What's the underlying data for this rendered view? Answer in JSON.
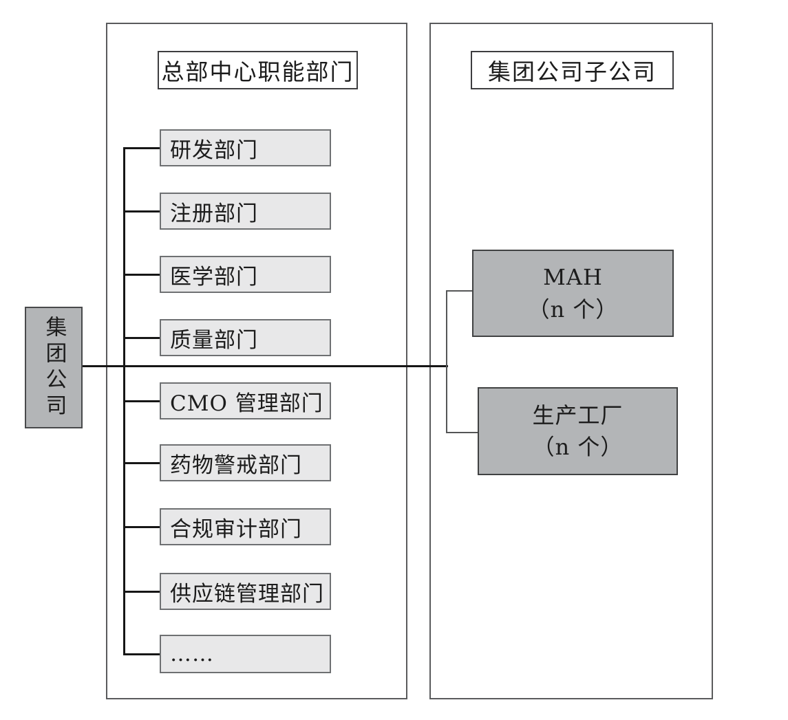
{
  "root": {
    "label": "集团公司"
  },
  "left_panel": {
    "title": "总部中心职能部门",
    "departments": [
      "研发部门",
      "注册部门",
      "医学部门",
      "质量部门",
      "CMO 管理部门",
      "药物警戒部门",
      "合规审计部门",
      "供应链管理部门",
      "……"
    ]
  },
  "right_panel": {
    "title": "集团公司子公司",
    "subsidiaries": [
      {
        "name": "MAH",
        "count": "（n 个）"
      },
      {
        "name": "生产工厂",
        "count": "（n 个）"
      }
    ]
  },
  "colors": {
    "dark_node_fill": "#b3b5b7",
    "light_node_fill": "#e8e8e9",
    "connector_line": "#161616",
    "right_connector_line": "#545556",
    "panel_border": "#595a5c",
    "light_node_border": "#6e7072",
    "dark_node_border": "#48494b"
  }
}
